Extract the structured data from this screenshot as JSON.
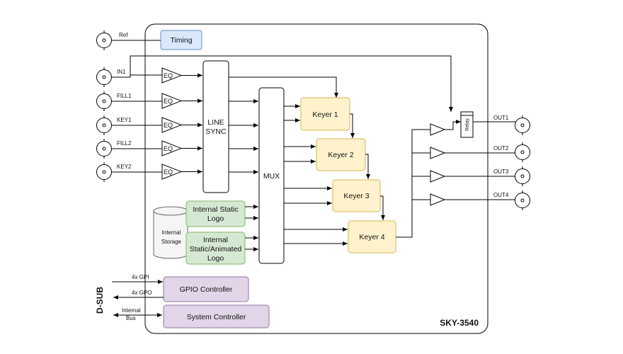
{
  "model": "SKY-3540",
  "dsub_label": "D-SUB",
  "timing": "Timing",
  "line_sync": [
    "LINE",
    "SYNC"
  ],
  "mux": "MUX",
  "eq_label": "EQ",
  "relay": "Relay",
  "inputs": [
    "Ref",
    "IN1",
    "FILL1",
    "KEY1",
    "FILL2",
    "KEY2"
  ],
  "outputs": [
    "OUT1",
    "OUT2",
    "OUT3",
    "OUT4"
  ],
  "keyers": [
    "Keyer 1",
    "Keyer 2",
    "Keyer 3",
    "Keyer 4"
  ],
  "storage": [
    "Internal",
    "Storage"
  ],
  "logo_static": [
    "Internal Static",
    "Logo"
  ],
  "logo_animated": [
    "Internal",
    "Static/Animated",
    "Logo"
  ],
  "gpio": "GPIO Controller",
  "system": "System Controller",
  "gpi": "4x GPI",
  "gpo": "4x GPO",
  "bus": [
    "Internal",
    "Bus"
  ],
  "colors": {
    "timing_fill": "#dae8fc",
    "timing_stroke": "#6c8ebf",
    "keyer_fill": "#fff2cc",
    "keyer_stroke": "#d6b656",
    "logo_fill": "#d5e8d4",
    "logo_stroke": "#82b366",
    "ctrl_fill": "#e1d5e7",
    "ctrl_stroke": "#9673a6"
  }
}
